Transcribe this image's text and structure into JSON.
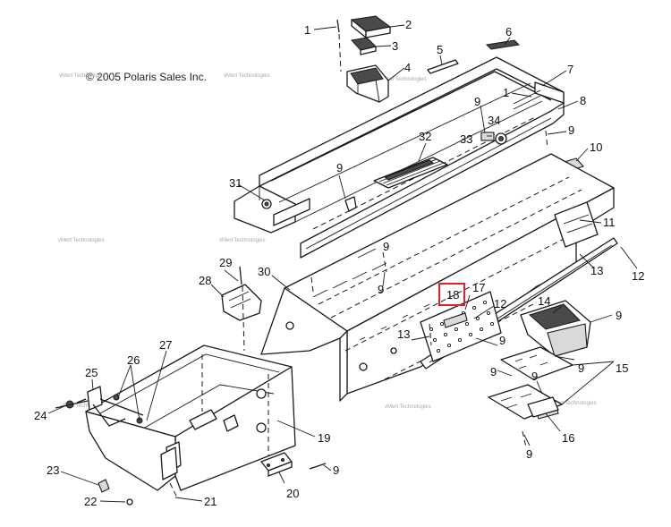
{
  "copyright": "© 2005 Polaris Sales Inc.",
  "watermark": "vMert Technologies",
  "highlight": {
    "callout": "18",
    "color": "#e0202a"
  },
  "callouts": [
    {
      "id": "c1a",
      "text": "1"
    },
    {
      "id": "c2",
      "text": "2"
    },
    {
      "id": "c3",
      "text": "3"
    },
    {
      "id": "c4",
      "text": "4"
    },
    {
      "id": "c5",
      "text": "5"
    },
    {
      "id": "c6",
      "text": "6"
    },
    {
      "id": "c7",
      "text": "7"
    },
    {
      "id": "c1b",
      "text": "1"
    },
    {
      "id": "c8",
      "text": "8"
    },
    {
      "id": "c9a",
      "text": "9"
    },
    {
      "id": "c34",
      "text": "34"
    },
    {
      "id": "c33",
      "text": "33"
    },
    {
      "id": "c9b",
      "text": "9"
    },
    {
      "id": "c32",
      "text": "32"
    },
    {
      "id": "c10",
      "text": "10"
    },
    {
      "id": "c9c",
      "text": "9"
    },
    {
      "id": "c31",
      "text": "31"
    },
    {
      "id": "c11",
      "text": "11"
    },
    {
      "id": "c9d",
      "text": "9"
    },
    {
      "id": "c29",
      "text": "29"
    },
    {
      "id": "c12a",
      "text": "12"
    },
    {
      "id": "c13a",
      "text": "13"
    },
    {
      "id": "c28",
      "text": "28"
    },
    {
      "id": "c30",
      "text": "30"
    },
    {
      "id": "c9e",
      "text": "9"
    },
    {
      "id": "c18",
      "text": "18"
    },
    {
      "id": "c17",
      "text": "17"
    },
    {
      "id": "c12b",
      "text": "12"
    },
    {
      "id": "c14",
      "text": "14"
    },
    {
      "id": "c9f",
      "text": "9"
    },
    {
      "id": "c13b",
      "text": "13"
    },
    {
      "id": "c9g",
      "text": "9"
    },
    {
      "id": "c27",
      "text": "27"
    },
    {
      "id": "c26",
      "text": "26"
    },
    {
      "id": "c9h",
      "text": "9"
    },
    {
      "id": "c15",
      "text": "15"
    },
    {
      "id": "c9i",
      "text": "9"
    },
    {
      "id": "c25",
      "text": "25"
    },
    {
      "id": "c9j",
      "text": "9"
    },
    {
      "id": "c24",
      "text": "24"
    },
    {
      "id": "c16",
      "text": "16"
    },
    {
      "id": "c19",
      "text": "19"
    },
    {
      "id": "c9k",
      "text": "9"
    },
    {
      "id": "c9l",
      "text": "9"
    },
    {
      "id": "c23",
      "text": "23"
    },
    {
      "id": "c20",
      "text": "20"
    },
    {
      "id": "c22",
      "text": "22"
    },
    {
      "id": "c21",
      "text": "21"
    }
  ]
}
